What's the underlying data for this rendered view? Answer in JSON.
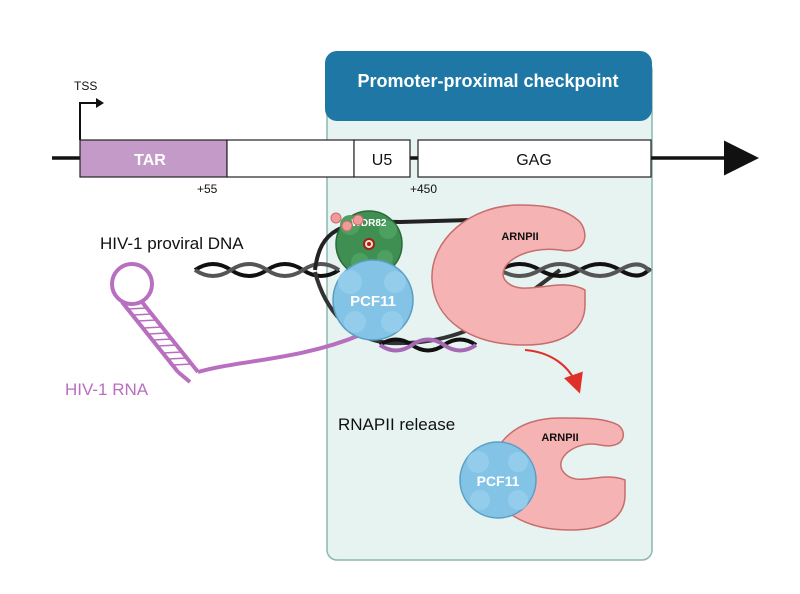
{
  "checkpoint": {
    "title": "Promoter-proximal checkpoint"
  },
  "gene": {
    "tss": "TSS",
    "tar": "TAR",
    "u5": "U5",
    "gag": "GAG",
    "pos_55": "+55",
    "pos_450": "+450"
  },
  "labels": {
    "dna": "HIV-1 proviral DNA",
    "rna": "HIV-1 RNA",
    "release": "RNAPII release"
  },
  "proteins": {
    "wdr82": "WDR82",
    "pcf11_top": "PCF11",
    "arnpii_top": "ARNPII",
    "pcf11_bottom": "PCF11",
    "arnpii_bottom": "ARNPII"
  },
  "colors": {
    "tar_fill": "#c49bc8",
    "rna": "#b86fc0",
    "checkpoint_header": "#1f77a6",
    "checkpoint_panel": "#e6f3f0",
    "pcf11": "#82c3e6",
    "wdr82": "#3f8f52",
    "arnpii": "#f5b3b3",
    "arrow": "#e0302a"
  }
}
